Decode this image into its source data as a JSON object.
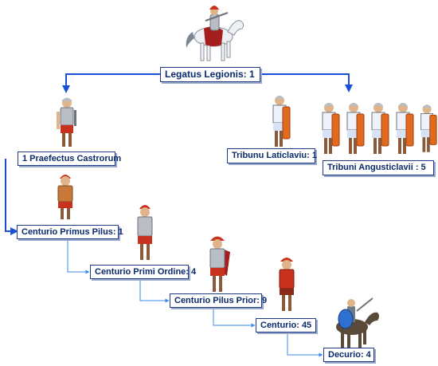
{
  "nodes": {
    "legatus": "Legatus Legionis: 1",
    "praefectus": "1 Praefectus Castrorum",
    "laticlavius": "Tribunu Laticlaviu: 1",
    "angusticlavii": "Tribuni Angusticlavii : 5",
    "primus_pilus": "Centurio Primus Pilus: 1",
    "primi_ordine": "Centurio Primi Ordine: 4",
    "pilus_prior": "Centurio Pilus Prior: 9",
    "centurio": "Centurio: 45",
    "decurio": "Decurio: 4"
  },
  "colors": {
    "connector_major": "#1a4fd6",
    "connector_minor": "#3a8be8",
    "node_border": "#1f3a8a",
    "node_text": "#0b2a6b",
    "tunic_red": "#c8321e",
    "armor_silver": "#b9bdc4",
    "shield_orange": "#e06a1e"
  },
  "icons": [
    "mounted-legatus-icon",
    "praefectus-soldier-icon",
    "tribune-soldier-icon",
    "centurion-icon",
    "cavalry-decurio-icon"
  ]
}
